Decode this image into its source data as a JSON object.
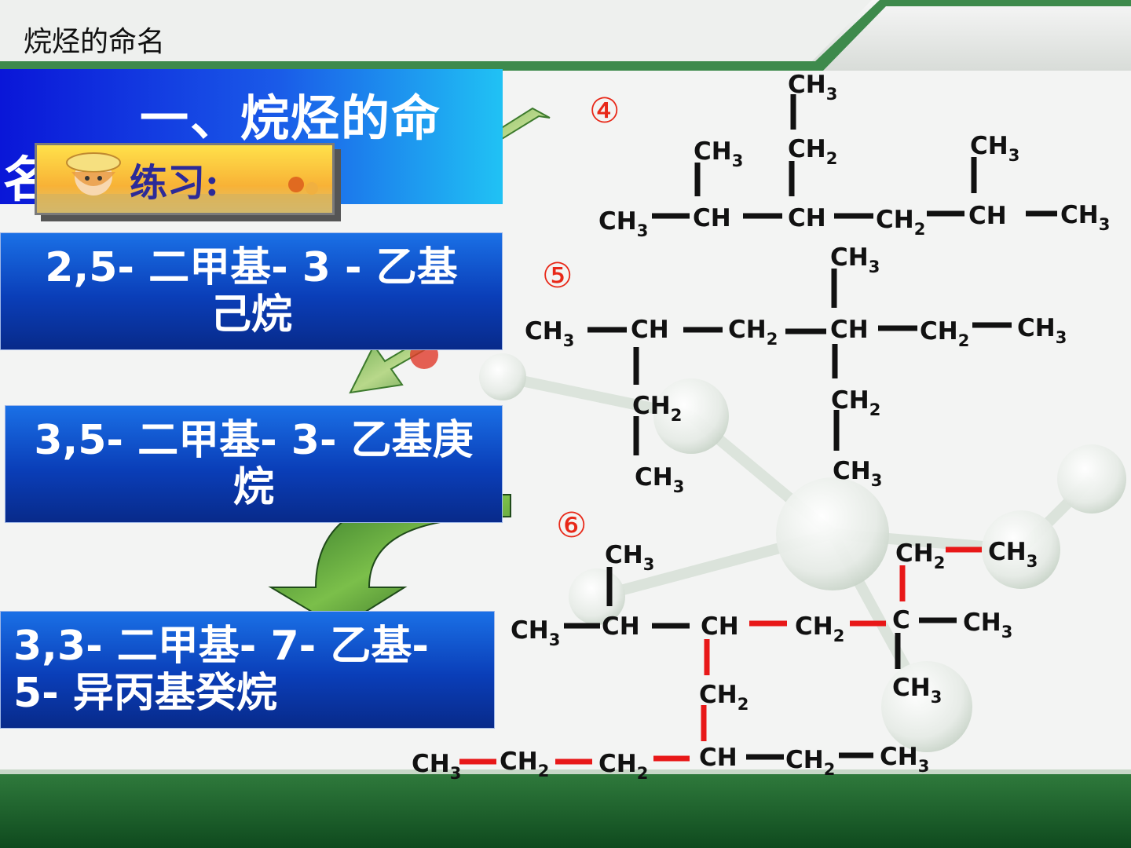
{
  "header": {
    "title": "烷烃的命名"
  },
  "title_box": {
    "line1": "一、烷烃的命",
    "line2": "名"
  },
  "practice": {
    "label": "练习:"
  },
  "answers": [
    {
      "line1": "2,5- 二甲基- 3 - 乙基",
      "line2": "己烷"
    },
    {
      "line1": "3,5- 二甲基- 3- 乙基庚",
      "line2": "烷"
    },
    {
      "line1": "3,3- 二甲基- 7- 乙基-",
      "line2": "5- 异丙基癸烷"
    }
  ],
  "problems": [
    {
      "marker": "④"
    },
    {
      "marker": "⑤"
    },
    {
      "marker": "⑥"
    }
  ],
  "groups": {
    "ch3": "CH",
    "ch2": "CH",
    "ch": "CH",
    "c": "C",
    "sub3": "3",
    "sub2": "2"
  },
  "colors": {
    "bond": "#111111",
    "highlight_bond": "#e81818",
    "marker": "#e82818",
    "header_band": "#3e8a4c"
  }
}
